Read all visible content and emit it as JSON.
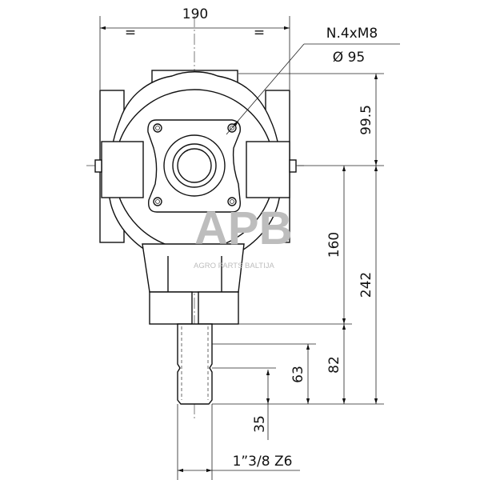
{
  "dimensions": {
    "overall_width": "190",
    "top_to_axis": "99.5",
    "axis_to_collar": "160",
    "axis_to_shaft_end": "242",
    "collar_to_shaft_end": "82",
    "spline_length": "63",
    "groove_to_end": "35",
    "shaft_spec": "1”3/8 Z6",
    "bolt_spec": "N.4xM8",
    "bolt_circle": "Ø 95",
    "equal_mark": "="
  },
  "watermark": {
    "logo": "APB",
    "text": "AGRO PARTS BALTIJA",
    "color": "#bdbdbd"
  }
}
